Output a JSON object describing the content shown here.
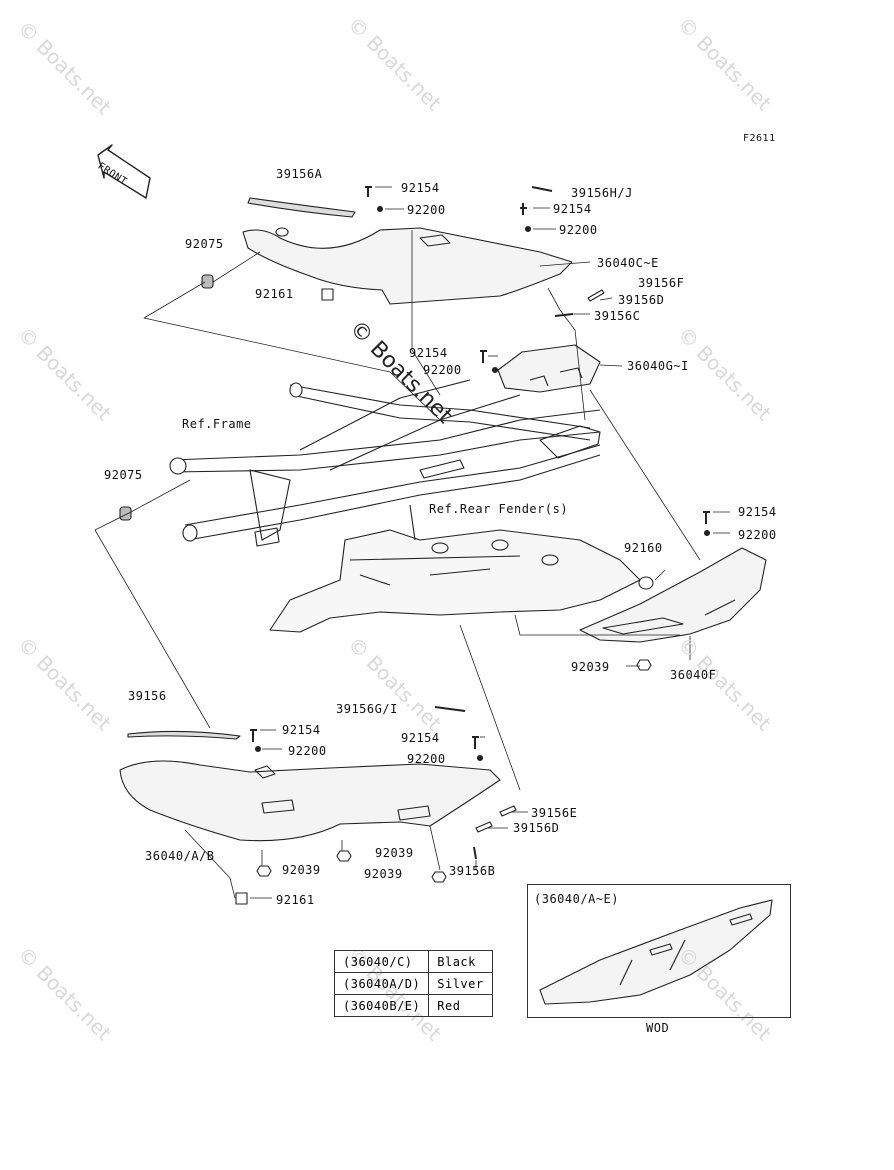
{
  "diagram_code": "F2611",
  "front_label": "FRONT",
  "center_watermark": "© Boats.net",
  "watermark": "© Boats.net",
  "part_labels": {
    "p39156A": "39156A",
    "p92154_a": "92154",
    "p92200_a": "92200",
    "p39156HJ": "39156H/J",
    "p92154_b": "92154",
    "p92200_b": "92200",
    "p36040CE": "36040C~E",
    "p92075_a": "92075",
    "p92161_a": "92161",
    "p39156F": "39156F",
    "p39156D_a": "39156D",
    "p39156C": "39156C",
    "p92154_c": "92154",
    "p92200_c": "92200",
    "p36040GI": "36040G~I",
    "ref_frame": "Ref.Frame",
    "p92075_b": "92075",
    "ref_rear_fender": "Ref.Rear Fender(s)",
    "p92154_d": "92154",
    "p92200_d": "92200",
    "p92160": "92160",
    "p92039_a": "92039",
    "p36040F": "36040F",
    "p39156": "39156",
    "p39156GI": "39156G/I",
    "p92154_e": "92154",
    "p92200_e": "92200",
    "p92154_f": "92154",
    "p92200_f": "92200",
    "p39156E": "39156E",
    "p39156D_b": "39156D",
    "p36040AB": "36040/A/B",
    "p92039_b": "92039",
    "p92039_c": "92039",
    "p92039_d": "92039",
    "p39156B": "39156B",
    "p92161_b": "92161"
  },
  "color_table": [
    {
      "code": "(36040/C)",
      "color": "Black"
    },
    {
      "code": "(36040A/D)",
      "color": "Silver"
    },
    {
      "code": "(36040B/E)",
      "color": "Red"
    }
  ],
  "inset": {
    "title": "(36040/A~E)",
    "caption": "WOD"
  }
}
